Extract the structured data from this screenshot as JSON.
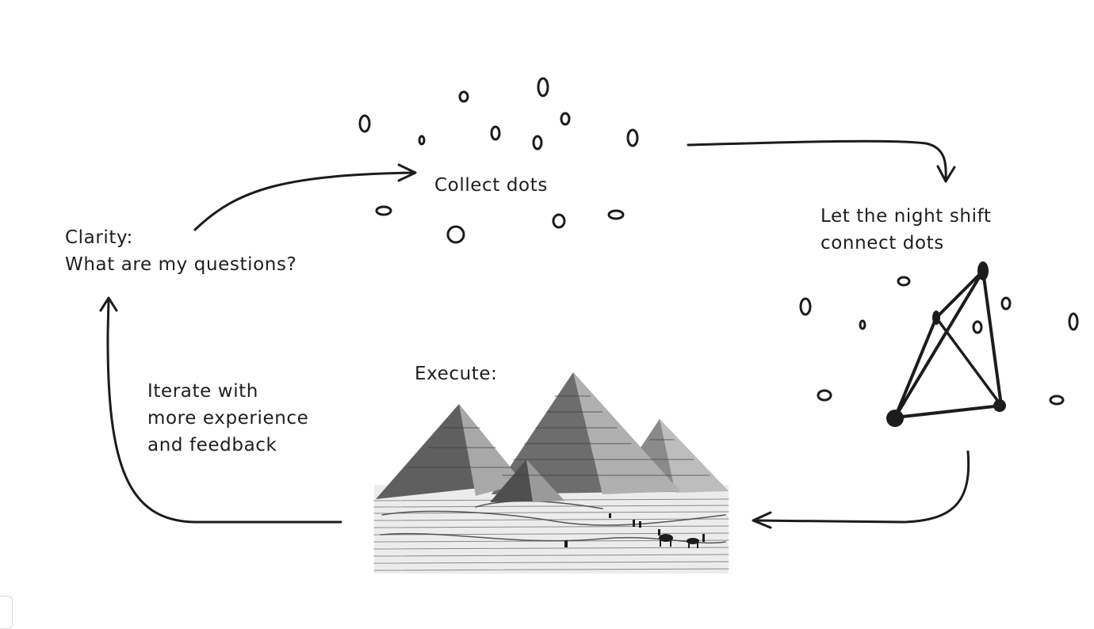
{
  "diagram": {
    "nodes": {
      "clarity": {
        "lines": [
          "Clarity:",
          "What are my questions?"
        ]
      },
      "collect": {
        "label": "Collect dots"
      },
      "night_shift": {
        "lines": [
          "Let the night shift",
          "connect dots"
        ]
      },
      "execute": {
        "label": "Execute:"
      },
      "iterate": {
        "lines": [
          "Iterate with",
          "more experience",
          "and feedback"
        ]
      }
    },
    "edges": [
      {
        "from": "clarity",
        "to": "collect"
      },
      {
        "from": "collect",
        "to": "night_shift"
      },
      {
        "from": "night_shift",
        "to": "execute"
      },
      {
        "from": "execute",
        "to": "clarity"
      }
    ],
    "colors": {
      "ink": "#1c1c1c",
      "sand": "#e9e9e9",
      "stone": "#6b6b6b"
    },
    "icons": [
      "pyramids-illustration",
      "connected-dots-triangle"
    ]
  }
}
